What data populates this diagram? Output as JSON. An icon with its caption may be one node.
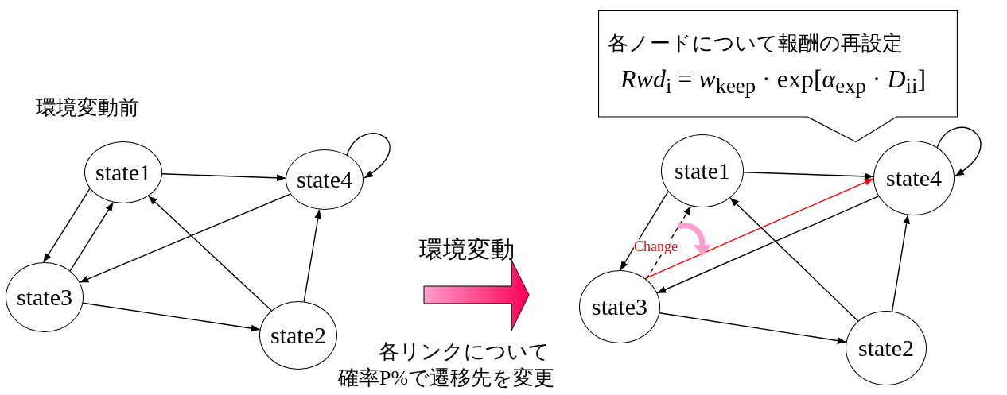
{
  "diagram": {
    "nodes": [
      {
        "text": [
          "state1"
        ]
      },
      {
        "text": [
          "state4"
        ]
      },
      {
        "text": [
          "state3"
        ]
      },
      {
        "text": [
          "state2"
        ]
      },
      {
        "text": [
          "state1"
        ]
      },
      {
        "text": [
          "state4"
        ]
      },
      {
        "text": [
          "state3"
        ]
      },
      {
        "text": [
          "state2"
        ]
      },
      {
        "text": [
          "各ノードについて報酬の再設定",
          "*Rwd*$_{i}$ = *w*$_{keep}$ · exp[*α*$_{exp}$ · *D*$_{ii}$]"
        ]
      }
    ],
    "edges": [
      {
        "from": 0,
        "to": 1,
        "arrow": "to"
      },
      {
        "from": 1,
        "to": 1,
        "arrow": "to"
      },
      {
        "from": 0,
        "to": 2,
        "arrow": "to"
      },
      {
        "from": 2,
        "to": 0,
        "arrow": "to"
      },
      {
        "from": 1,
        "to": 2,
        "arrow": "to"
      },
      {
        "from": 3,
        "to": 0,
        "arrow": "to"
      },
      {
        "from": 3,
        "to": 1,
        "arrow": "to"
      },
      {
        "from": 2,
        "to": 3,
        "arrow": "to"
      },
      {
        "from": 4,
        "to": 5,
        "arrow": "to"
      },
      {
        "from": 5,
        "to": 5,
        "arrow": "to"
      },
      {
        "from": 4,
        "to": 6,
        "arrow": "to"
      },
      {
        "from": 6,
        "to": 4,
        "arrow": "to",
        "style": "dashed"
      },
      {
        "from": 6,
        "to": 5,
        "arrow": "to",
        "color": "#ff0000"
      },
      {
        "from": 5,
        "to": 6,
        "arrow": "to"
      },
      {
        "from": 7,
        "to": 4,
        "arrow": "to"
      },
      {
        "from": 7,
        "to": 5,
        "arrow": "to"
      },
      {
        "from": 6,
        "to": 7,
        "arrow": "to"
      }
    ],
    "labels": [
      "環境変動前",
      "環境変動",
      "各リンクについて",
      "確率P%で遷移先を変更",
      "Change"
    ]
  }
}
